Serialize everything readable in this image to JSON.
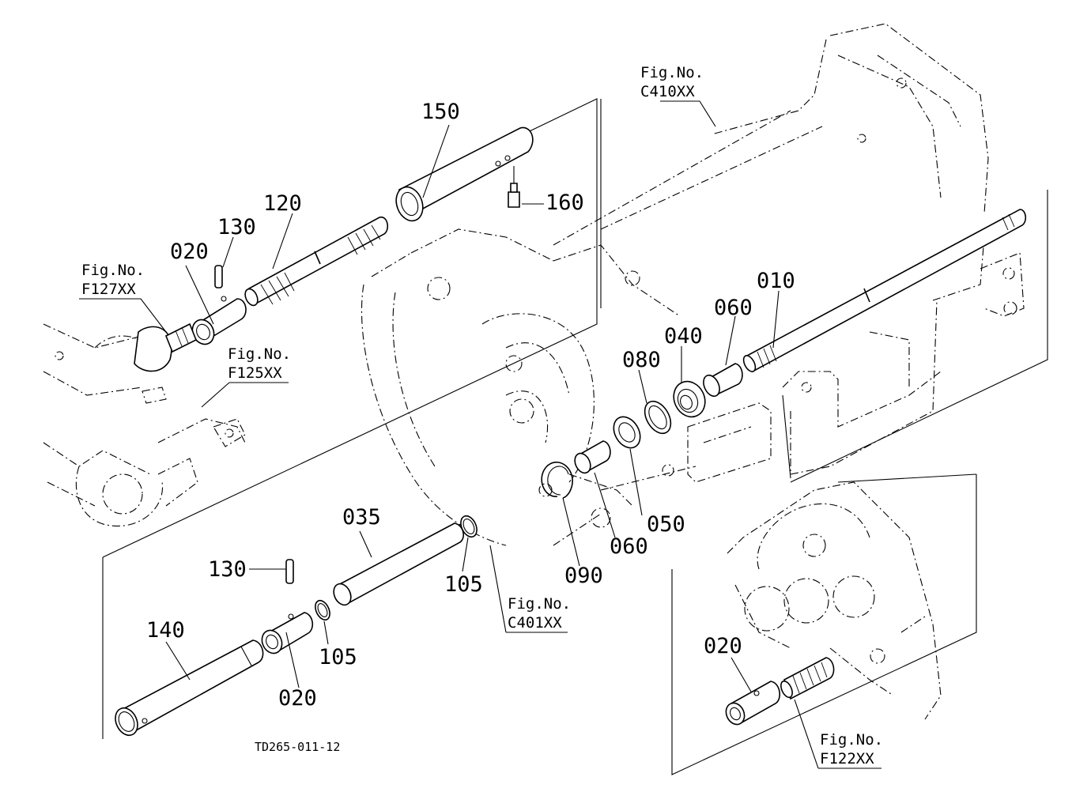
{
  "parts": {
    "p150": "150",
    "p160": "160",
    "p120": "120",
    "p130a": "130",
    "p020a": "020",
    "p010": "010",
    "p060a": "060",
    "p040": "040",
    "p080": "080",
    "p050": "050",
    "p060b": "060",
    "p090": "090",
    "p035": "035",
    "p105a": "105",
    "p130b": "130",
    "p140": "140",
    "p105b": "105",
    "p020b": "020",
    "p020c": "020"
  },
  "refs": {
    "fig_label": "Fig.No.",
    "c410": "C410XX",
    "f127": "F127XX",
    "f125": "F125XX",
    "c401": "C401XX",
    "f122": "F122XX"
  },
  "drawing_code": "TD265-011-12"
}
